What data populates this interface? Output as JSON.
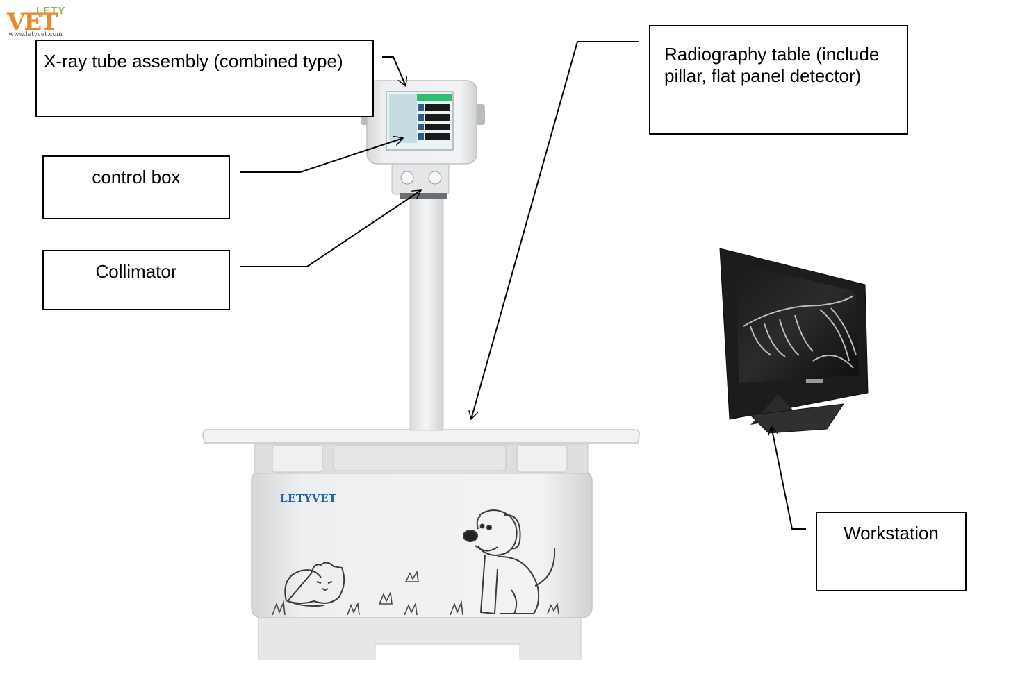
{
  "logo": {
    "top_text": "LETY",
    "main_text": "VET",
    "url": "www.letyvet.com"
  },
  "labels": {
    "tube": "X-ray tube assembly (combined type)",
    "control_box": "control box",
    "collimator": "Collimator",
    "table_line1": "Radiography table (include",
    "table_line2": "pillar, flat panel detector)",
    "workstation": "Workstation"
  },
  "machine": {
    "brand": "LETYVET"
  },
  "colors": {
    "logo_orange": "#e58a2c",
    "logo_green": "#8fb84a",
    "brand_blue": "#1f5fa8",
    "screen_green": "#2fbf71"
  }
}
